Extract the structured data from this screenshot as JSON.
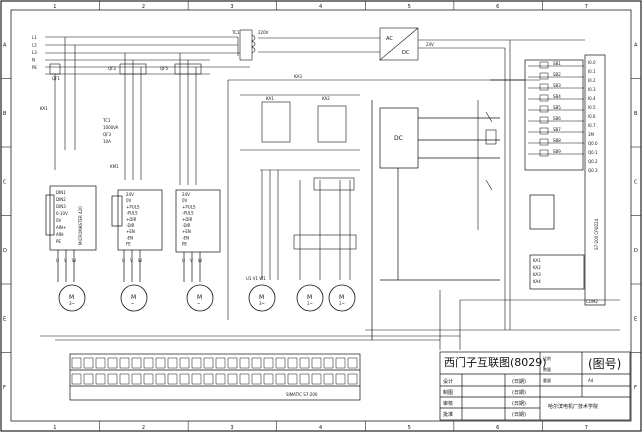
{
  "frame": {
    "columns": [
      "1",
      "2",
      "3",
      "4",
      "5",
      "6",
      "7"
    ],
    "rows": [
      "A",
      "B",
      "C",
      "D",
      "E",
      "F"
    ]
  },
  "top": {
    "supply": [
      "L1",
      "L2",
      "L3",
      "N",
      "PE"
    ],
    "tc1": "TC1",
    "v220": "220V",
    "acdc_ac": "AC",
    "acdc_dc": "DC",
    "v24": "24V",
    "tc1_spec": [
      "TC1",
      "1000VA",
      "QF3",
      "10A"
    ],
    "qf1": "QF1",
    "qf2": "QF2",
    "qf5": "QF5",
    "ka1": "KA1",
    "km1": "KM1",
    "ka3": "KA3"
  },
  "drives": {
    "d1": {
      "model": "MICROMASTER 420",
      "terminals": [
        "DIN1",
        "DIN2",
        "DIN3",
        "0-10V",
        "0V",
        "AIN+",
        "AIN-",
        "PE"
      ],
      "uvw": [
        "U",
        "V",
        "W"
      ]
    },
    "d2": {
      "model": "",
      "terminals": [
        "24V",
        "0V",
        "+PULS",
        "-PULS",
        "+DIR",
        "-DIR",
        "+EN",
        "-EN",
        "FE"
      ],
      "uvw": [
        "U",
        "V",
        "W"
      ]
    },
    "d3": {
      "model": "",
      "terminals": [
        "24V",
        "0V",
        "+PULS",
        "-PULS",
        "+DIR",
        "-DIR",
        "+EN",
        "-EN",
        "PE"
      ],
      "uvw": [
        "U",
        "V",
        "W"
      ]
    }
  },
  "motors": {
    "m1": {
      "label": "M",
      "sub": "3~",
      "caption": ""
    },
    "m2": {
      "label": "M",
      "sub": "~",
      "caption": ""
    },
    "m3": {
      "label": "M",
      "sub": "~",
      "caption": ""
    },
    "m4": {
      "label": "M",
      "sub": "3~",
      "caption": "U1 V1 W1"
    },
    "m5": {
      "label": "M",
      "sub": "1~",
      "caption": ""
    },
    "m6": {
      "label": "M",
      "sub": "1~",
      "caption": ""
    }
  },
  "control": {
    "relay_blocks": [
      "KA1",
      "KA2"
    ],
    "ac_box": "DC",
    "sb": [
      "SB1",
      "SB2",
      "SB3",
      "SB4",
      "SB5",
      "SB6",
      "SB7",
      "SB8",
      "SB9"
    ],
    "plc_side": [
      "I0.0",
      "I0.1",
      "I0.2",
      "I0.3",
      "I0.4",
      "I0.5",
      "I0.6",
      "I0.7",
      "1M",
      "Q0.0",
      "Q0.1",
      "Q0.2",
      "Q0.3"
    ],
    "plc_model": "S7-200 CPU224",
    "plc_bottom": "COM2",
    "right_labels": [
      "SB1",
      "SB2",
      "SB3",
      "SB4",
      "SB5",
      "SB6",
      "SB7"
    ],
    "ka_bottom": [
      "KA1",
      "KA2",
      "KA3",
      "KA4"
    ]
  },
  "terminal_strip": {
    "label": "SIMATIC S7-200"
  },
  "title_block": {
    "title": "西门子互联图(8029)",
    "big_label": "(图号)",
    "rows": [
      {
        "l": "设计",
        "m": "",
        "r": "(日期)"
      },
      {
        "l": "制图",
        "m": "",
        "r": "(日期)"
      },
      {
        "l": "审核",
        "m": "",
        "r": "(日期)"
      },
      {
        "l": "批准",
        "m": "",
        "r": "(日期)"
      }
    ],
    "right_top": [
      "比例",
      "数量",
      "重量"
    ],
    "right_vals": [
      "",
      "",
      "A4"
    ],
    "footer": "哈尔滨电机厂技术学院",
    "version": "版本"
  }
}
